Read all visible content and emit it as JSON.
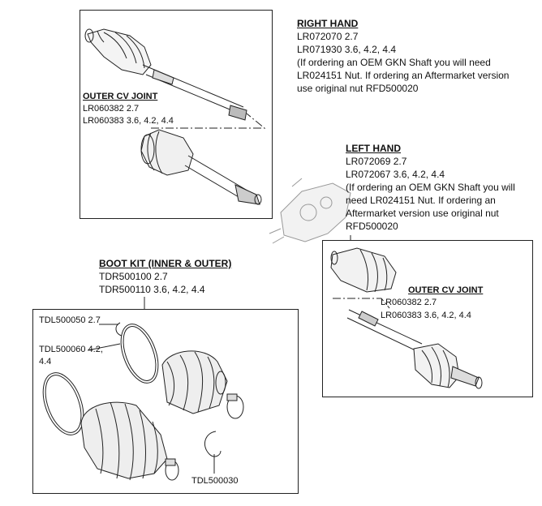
{
  "right_hand": {
    "heading": "RIGHT HAND",
    "lines": [
      "LR072070 2.7",
      "LR071930 3.6, 4.2, 4.4",
      "(If ordering an OEM GKN Shaft you will need",
      "LR024151 Nut. If ordering an Aftermarket version",
      "use original nut RFD500020"
    ],
    "outer_cv_heading": "OUTER CV JOINT",
    "outer_cv_lines": [
      "LR060382 2.7",
      "LR060383 3.6, 4.2, 4.4"
    ]
  },
  "left_hand": {
    "heading": "LEFT HAND",
    "lines": [
      "LR072069 2.7",
      "LR072067 3.6, 4.2, 4.4",
      "(If ordering an OEM GKN Shaft you will",
      "need LR024151 Nut. If ordering an",
      "Aftermarket version use original nut",
      "RFD500020"
    ],
    "outer_cv_heading": "OUTER CV JOINT",
    "outer_cv_lines": [
      "LR060382 2.7",
      "LR060383 3.6, 4.2, 4.4"
    ]
  },
  "boot_kit": {
    "heading": "BOOT KIT (INNER & OUTER)",
    "lines": [
      "TDR500100 2.7",
      "TDR500110 3.6, 4.2, 4.4"
    ],
    "clip_label_1": "TDL500050 2.7",
    "clip_label_2a": "TDL500060 4.2,",
    "clip_label_2b": "4.4",
    "clip_label_3": "TDL500030"
  }
}
